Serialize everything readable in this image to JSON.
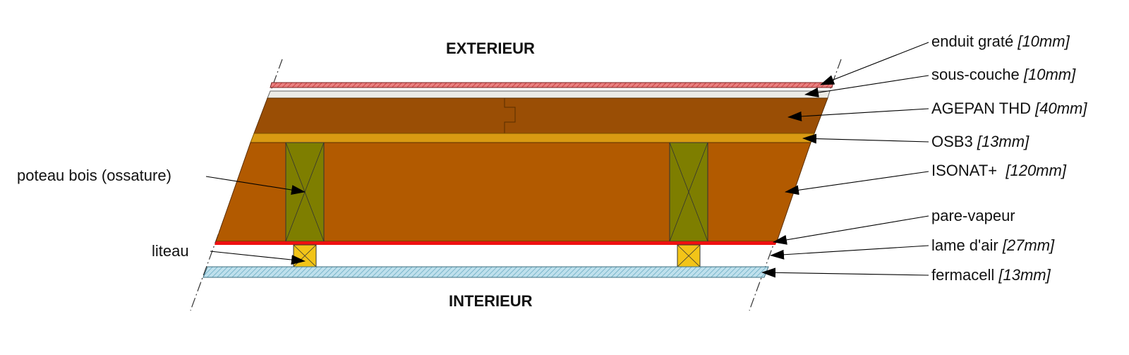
{
  "sides": {
    "exterior": "EXTERIEUR",
    "interior": "INTERIEUR"
  },
  "layers": [
    {
      "name": "enduit graté",
      "thickness": "[10mm]"
    },
    {
      "name": "sous-couche",
      "thickness": "[10mm]"
    },
    {
      "name": "AGEPAN THD",
      "thickness": "[40mm]"
    },
    {
      "name": "OSB3",
      "thickness": "[13mm]"
    },
    {
      "name": "ISONAT+ ",
      "thickness": "[120mm]"
    },
    {
      "name": "pare-vapeur",
      "thickness": ""
    },
    {
      "name": "lame d'air",
      "thickness": "[27mm]"
    },
    {
      "name": "fermacell",
      "thickness": "[13mm]"
    }
  ],
  "left_labels": {
    "post": "poteau bois (ossature)",
    "batten": "liteau"
  },
  "colors": {
    "render": "#e88080",
    "render_hatch": "#c83838",
    "undercoat": "#ecebe6",
    "agepan": "#9a4e05",
    "osb": "#d99a12",
    "insulation": "#b25a00",
    "post": "#7e7e00",
    "vapour_barrier": "#ee1111",
    "batten": "#f2c418",
    "fermacell": "#bfe0ec",
    "fermacell_hatch": "#5ea6c0"
  }
}
